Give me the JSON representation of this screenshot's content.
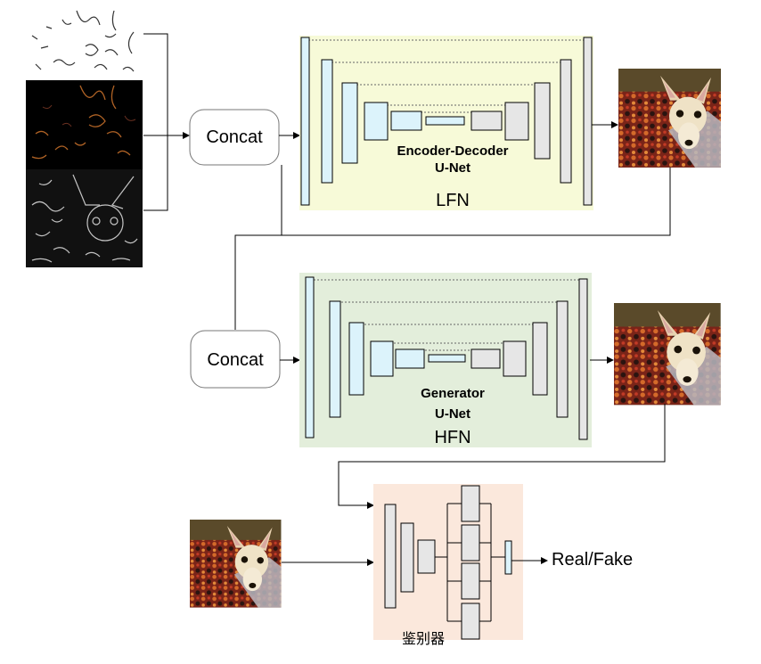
{
  "colors": {
    "lfn_bg": "#f7fad8",
    "hfn_bg": "#e3eedb",
    "disc_bg": "#fbe8dc",
    "encoder_block": "#dcf3fb",
    "decoder_block": "#e6e6e6",
    "line": "#000000",
    "skip_line": "#666666"
  },
  "concat_top": {
    "label": "Concat"
  },
  "concat_bottom": {
    "label": "Concat"
  },
  "lfn": {
    "subtitle_line1": "Encoder-Decoder",
    "subtitle_line2": "U-Net",
    "label": "LFN"
  },
  "hfn": {
    "subtitle_line1": "Generator",
    "subtitle_line2": "U-Net",
    "label": "HFN"
  },
  "discriminator": {
    "label": "鉴别器",
    "output": "Real/Fake"
  },
  "icons": {
    "input_maps": [
      "edge-sketch-image",
      "colored-edge-image",
      "gradient-edge-image"
    ],
    "outputs": [
      "lfn-output-dog-image",
      "hfn-output-dog-image",
      "real-dog-image"
    ]
  }
}
